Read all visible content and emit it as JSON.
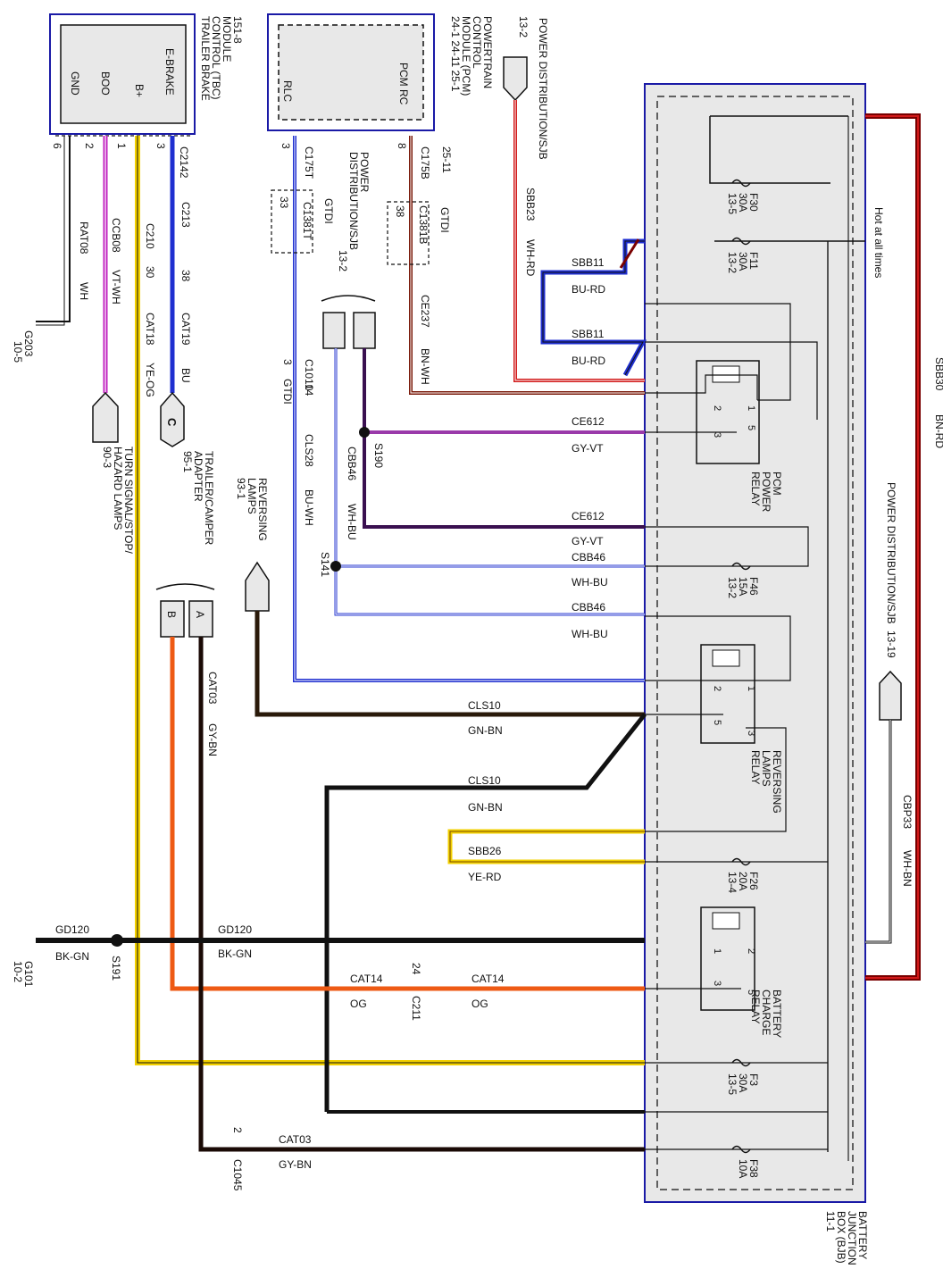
{
  "modules": {
    "tbc": {
      "title": [
        "TRAILER BRAKE",
        "CONTROL (TBC)",
        "MODULE",
        "151-8"
      ],
      "pins": [
        "E-BRAKE",
        "B+",
        "BOO",
        "GND"
      ],
      "pin_numbers": [
        "3",
        "1",
        "2",
        "6"
      ],
      "connector": "C2142"
    },
    "pcm": {
      "title": [
        "POWERTRAIN",
        "CONTROL",
        "MODULE (PCM)",
        "24-1   24-11   25-1"
      ],
      "pins": [
        "PCM RC",
        "RLC"
      ],
      "pin_numbers": [
        "8",
        "3"
      ],
      "connector_right": "C175B",
      "connector_right_ref": "25-11",
      "connector_left": "C175T"
    },
    "pdsjb_top": {
      "title": "POWER DISTRIBUTION/SJB",
      "ref": "13-2",
      "wire": "SBB23",
      "color": "WH-RD"
    },
    "bjb": {
      "title": [
        "BATTERY",
        "JUNCTION",
        "BOX (BJB)",
        "11-1"
      ],
      "hot_label": "Hot at all times"
    }
  },
  "wires": [
    {
      "circuit": "RAT08",
      "color": "WH"
    },
    {
      "circuit": "CCB08",
      "color": "VT-WH"
    },
    {
      "circuit": "CAT18",
      "color": "YE-OG"
    },
    {
      "circuit": "CAT19",
      "color": "BU"
    },
    {
      "circuit": "C213",
      "color": "38"
    },
    {
      "circuit": "C210",
      "color": "30"
    },
    {
      "circuit": "CE237",
      "color": "BN-WH"
    },
    {
      "circuit": "CLS28",
      "color": "BU-WH"
    },
    {
      "circuit": "CBB46",
      "color": "WH-BU"
    },
    {
      "circuit": "SBB11",
      "color": "BU-RD"
    },
    {
      "circuit": "SBB11",
      "color": "BU-RD"
    },
    {
      "circuit": "CE612",
      "color": "GY-VT"
    },
    {
      "circuit": "CE612",
      "color": "GY-VT"
    },
    {
      "circuit": "CBB46",
      "color": "WH-BU"
    },
    {
      "circuit": "CBB46",
      "color": "WH-BU"
    },
    {
      "circuit": "CLS10",
      "color": "GN-BN"
    },
    {
      "circuit": "CLS10",
      "color": "GN-BN"
    },
    {
      "circuit": "SBB26",
      "color": "YE-RD"
    },
    {
      "circuit": "GD120",
      "color": "BK-GN"
    },
    {
      "circuit": "GD120",
      "color": "BK-GN"
    },
    {
      "circuit": "CAT14",
      "color": "OG"
    },
    {
      "circuit": "CAT14",
      "color": "OG"
    },
    {
      "circuit": "CAT03",
      "color": "GY-BN"
    },
    {
      "circuit": "CAT03",
      "color": "GY-BN"
    },
    {
      "circuit": "SBB30",
      "color": "BN-RD"
    },
    {
      "circuit": "CBP33",
      "color": "WH-BN"
    }
  ],
  "fuses": [
    {
      "name": "F30",
      "amps": "30A",
      "ref": "13-5"
    },
    {
      "name": "F11",
      "amps": "30A",
      "ref": "13-2"
    },
    {
      "name": "F46",
      "amps": "15A",
      "ref": "13-2"
    },
    {
      "name": "F26",
      "amps": "20A",
      "ref": "13-4"
    },
    {
      "name": "F3",
      "amps": "30A",
      "ref": "13-5"
    },
    {
      "name": "F38",
      "amps": "10A",
      "ref": ""
    }
  ],
  "relays": [
    {
      "name": [
        "PCM",
        "POWER",
        "RELAY"
      ],
      "pins": [
        "2",
        "1",
        "5",
        "3"
      ]
    },
    {
      "name": [
        "REVERSING",
        "LAMPS",
        "RELAY"
      ],
      "pins": [
        "2",
        "1",
        "5",
        "3"
      ]
    },
    {
      "name": [
        "BATTERY",
        "CHARGE",
        "RELAY"
      ],
      "pins": [
        "1",
        "2",
        "3",
        "5"
      ]
    }
  ],
  "connectors": {
    "c1381t": {
      "name": "C1381T",
      "pin": "33",
      "note": "GTDI"
    },
    "c1381b": {
      "name": "C1381B",
      "pin": "38",
      "note": "GTDI"
    },
    "c1010": {
      "name": "C1010",
      "pin": "3",
      "sub": "14",
      "note": "GTDI"
    },
    "c211": {
      "name": "C211",
      "pin": "24"
    },
    "c1045": {
      "name": "C1045",
      "pin": "2"
    },
    "pdsjb_mid": {
      "title": "POWER",
      "title2": "DISTRIBUTION/SJB",
      "ref": "13-2"
    },
    "pdsjb_right": {
      "title": "POWER DISTRIBUTION/SJB",
      "ref": "13-19"
    },
    "trailer": {
      "title": [
        "TRAILER/CAMPER",
        "ADAPTER",
        "95-1"
      ],
      "pins": [
        "A",
        "B"
      ]
    },
    "reversing": {
      "title": [
        "REVERSING",
        "LAMPS",
        "93-1"
      ]
    },
    "turn": {
      "title": [
        "TURN SIGNAL/STOP/",
        "HAZARD LAMPS",
        "90-3"
      ]
    },
    "c_conn": {
      "label": "C"
    }
  },
  "grounds": [
    {
      "name": "G203",
      "ref": "10-5"
    },
    {
      "name": "G101",
      "ref": "10-2"
    }
  ],
  "splices": [
    "S190",
    "S141",
    "S191"
  ],
  "colors": {
    "frame_blue": "#1a1aa6",
    "red": "#d21a1a",
    "dark_red": "#7a0000",
    "blue": "#1f2fd0",
    "yellow": "#f2d000",
    "violet": "#c020c0",
    "orange": "#ee5a14",
    "gray_fill": "#e8e8e8"
  }
}
